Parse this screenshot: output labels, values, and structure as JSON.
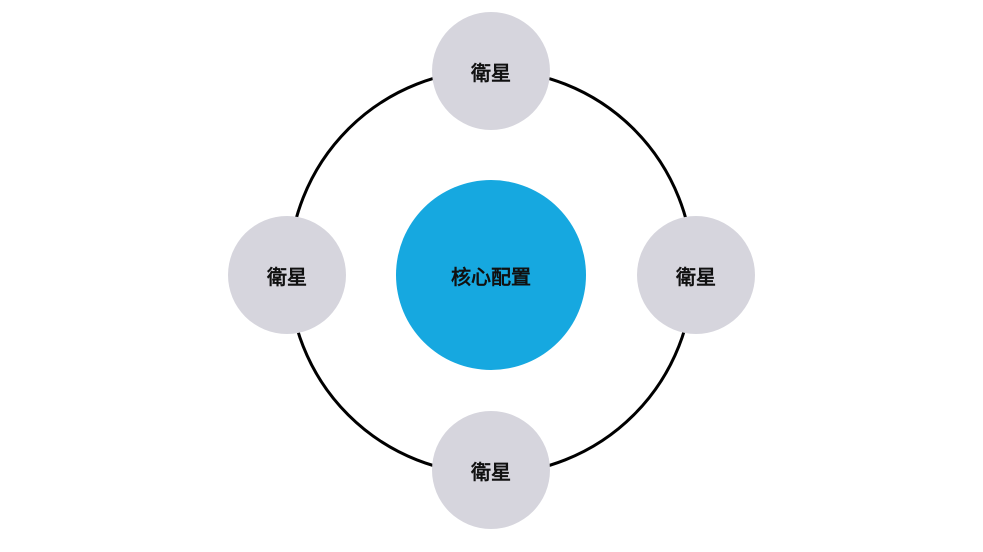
{
  "diagram": {
    "core": {
      "label": "核心配置",
      "color": "#16a8e0"
    },
    "satellites": [
      {
        "label": "衛星",
        "position": "top"
      },
      {
        "label": "衛星",
        "position": "right"
      },
      {
        "label": "衛星",
        "position": "bottom"
      },
      {
        "label": "衛星",
        "position": "left"
      }
    ],
    "satellite_color": "#d6d5dd",
    "ring_color": "#000000"
  }
}
